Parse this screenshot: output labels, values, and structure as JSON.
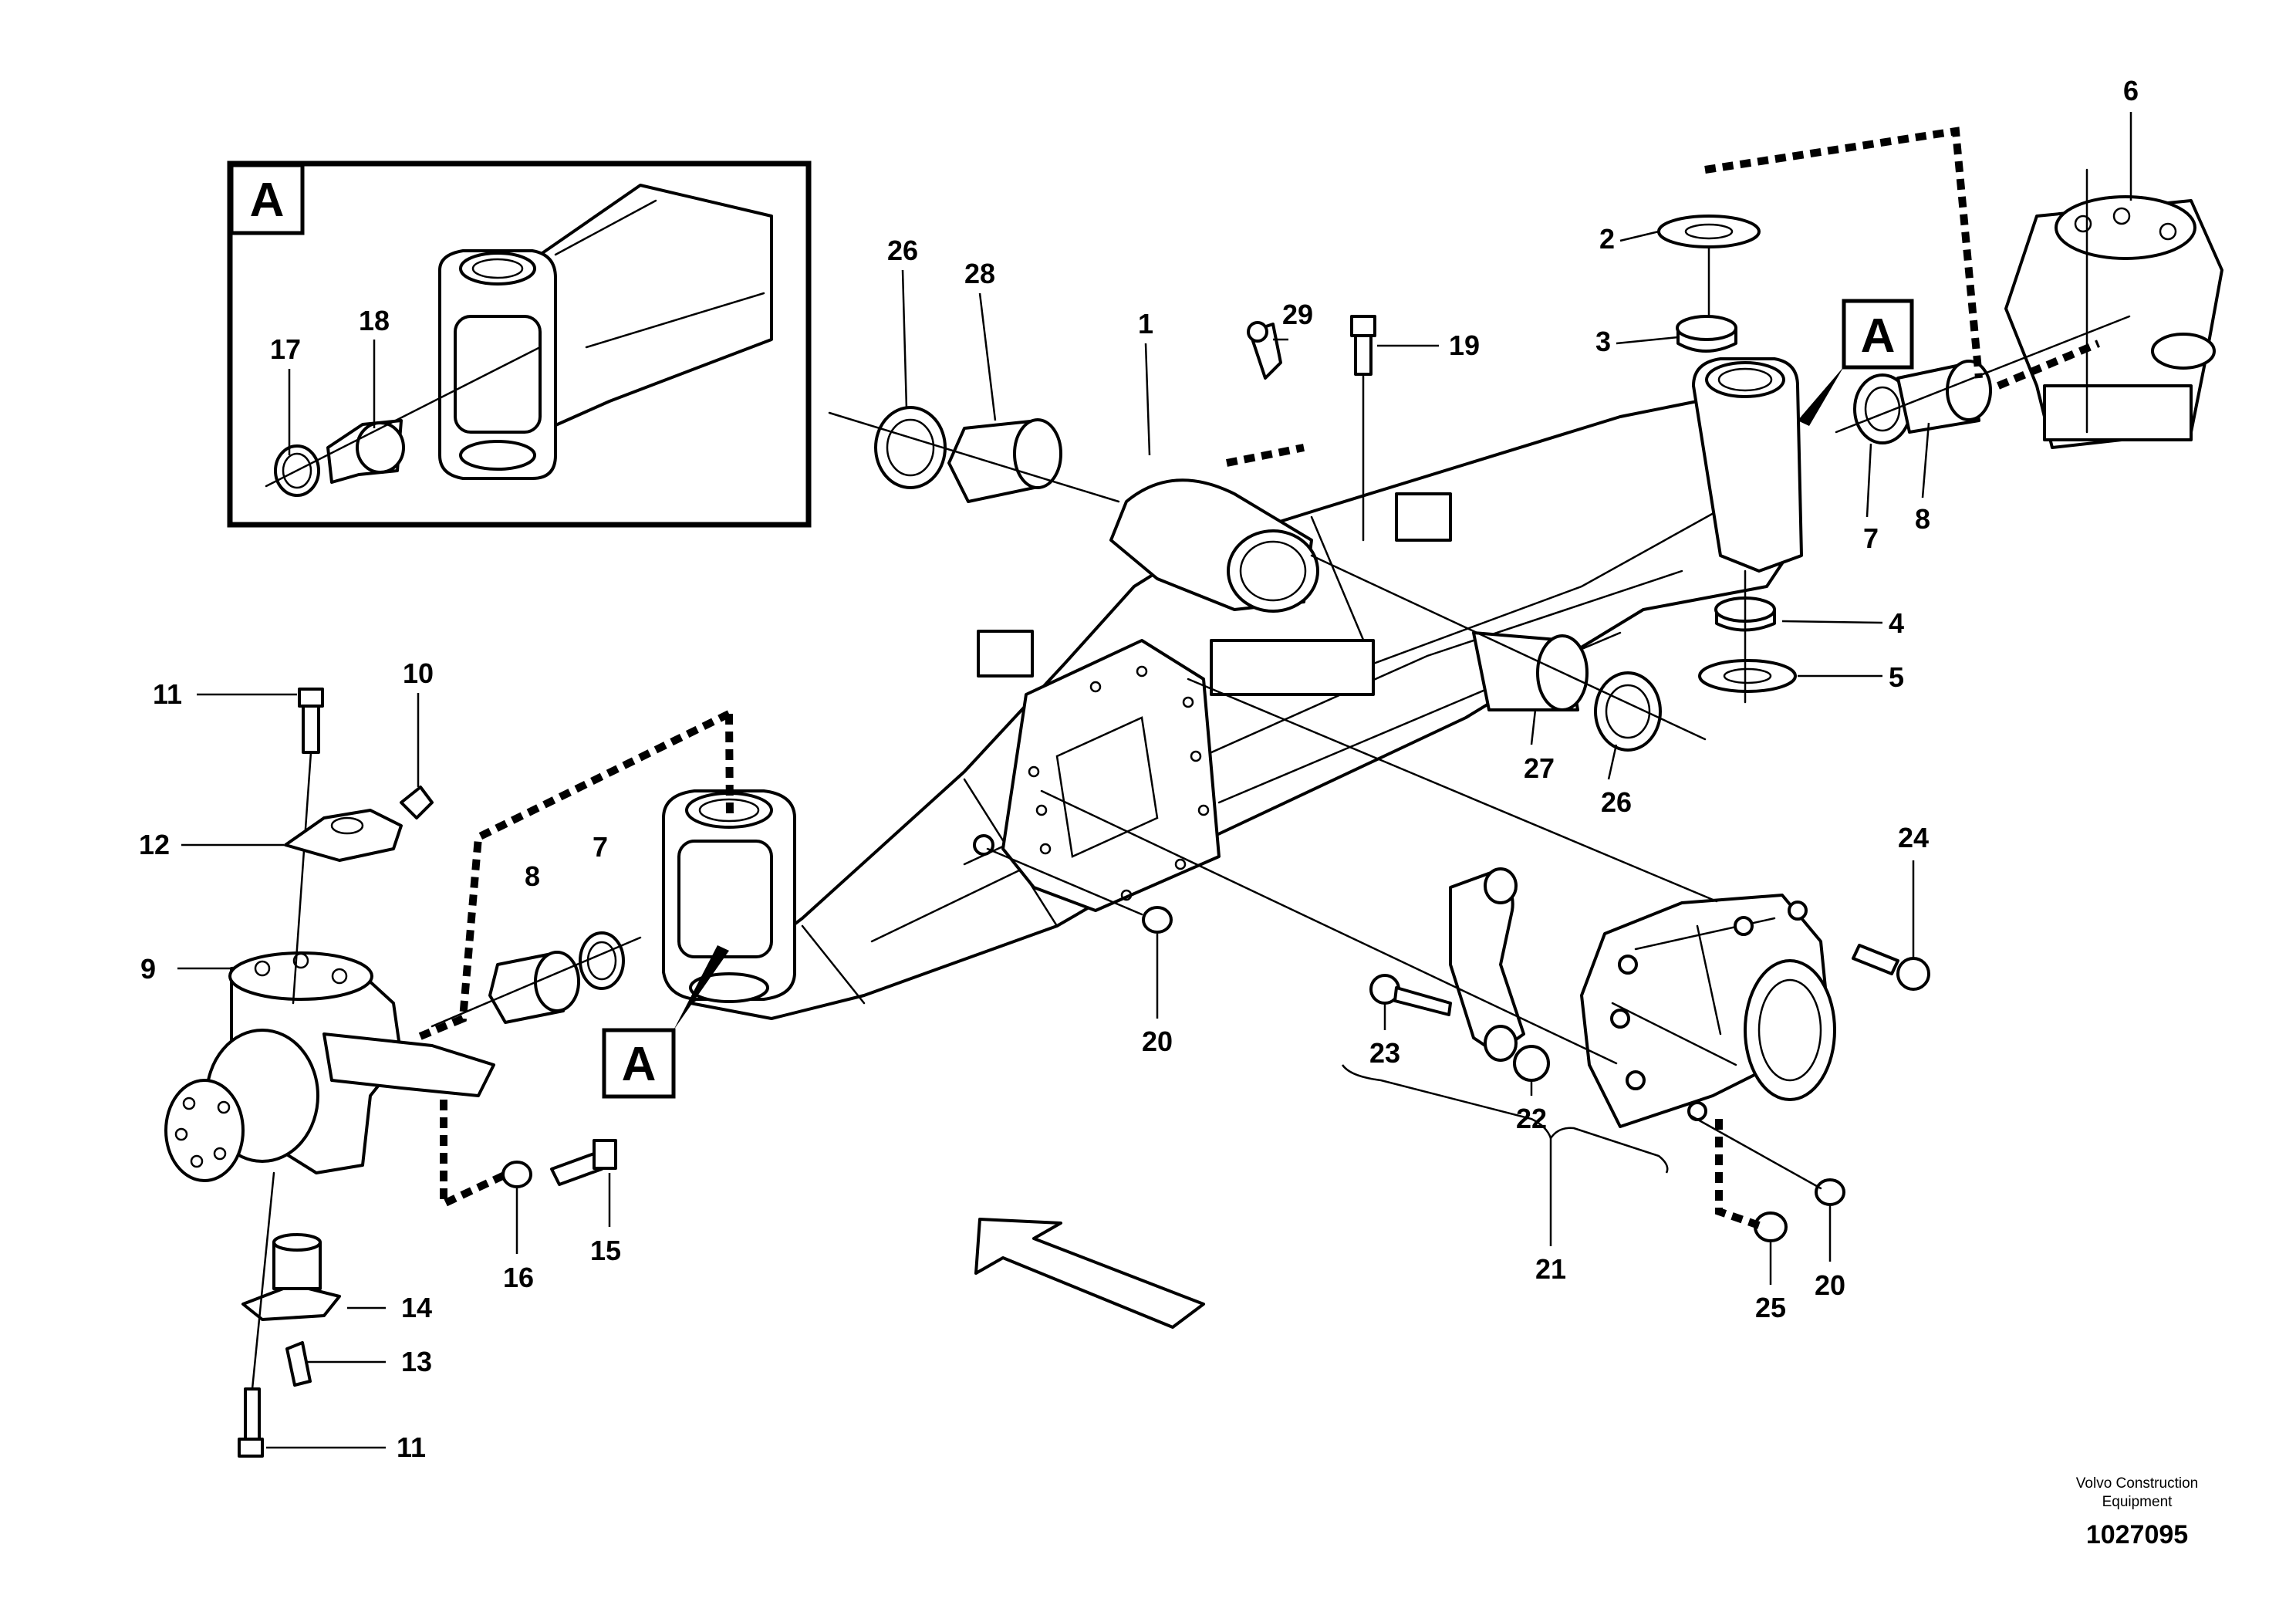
{
  "labels": {
    "p1": "1",
    "p2": "2",
    "p3": "3",
    "p4": "4",
    "p5": "5",
    "p6": "6",
    "p7a": "7",
    "p7b": "7",
    "p8a": "8",
    "p8b": "8",
    "p9": "9",
    "p10": "10",
    "p11a": "11",
    "p11b": "11",
    "p12": "12",
    "p13": "13",
    "p14": "14",
    "p15": "15",
    "p16": "16",
    "p17": "17",
    "p18": "18",
    "p19": "19",
    "p20a": "20",
    "p20b": "20",
    "p21": "21",
    "p22": "22",
    "p23": "23",
    "p24": "24",
    "p25": "25",
    "p26a": "26",
    "p26b": "26",
    "p27": "27",
    "p28": "28",
    "p29": "29"
  },
  "detail_markers": {
    "inset": "A",
    "upper_right": "A",
    "lower_left": "A"
  },
  "footer": {
    "company_line1": "Volvo Construction",
    "company_line2": "Equipment",
    "drawing_number": "1027095"
  }
}
